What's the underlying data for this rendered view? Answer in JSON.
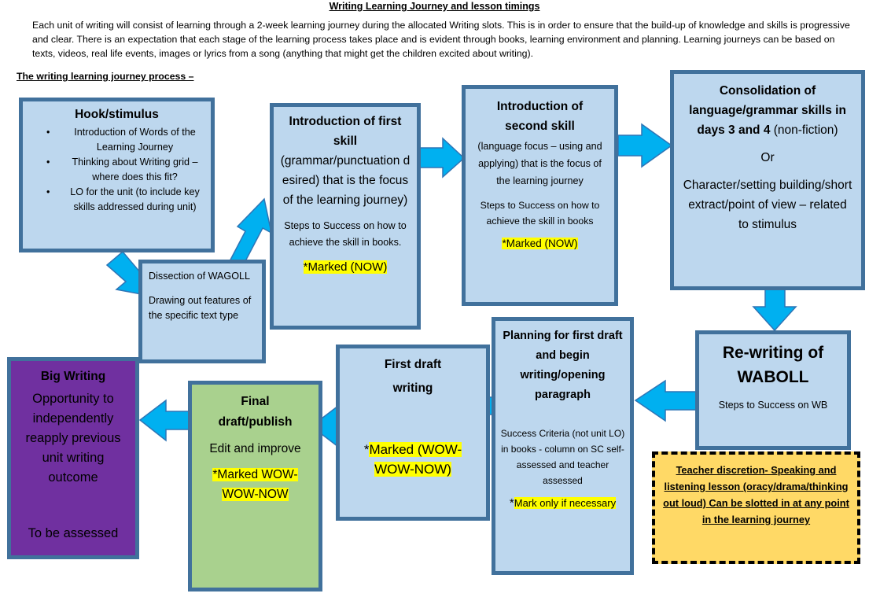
{
  "title": "Writing Learning Journey and lesson timings",
  "intro": "Each unit of writing will consist of learning through a 2-week learning journey during the allocated Writing slots. This is in order to ensure that the build-up of knowledge and skills is progressive and clear. There is an expectation that each stage of the learning process takes place and is evident through books, learning environment and planning. Learning journeys can be based on texts, videos, real life events, images or lyrics from a song (anything that might get the children excited about writing).",
  "process_heading": "The writing learning journey process –",
  "hook": {
    "title": "Hook/stimulus",
    "items": [
      "Introduction of Words of the Learning Journey",
      "Thinking about Writing grid – where does this fit?",
      "LO for the unit (to include key skills addressed during unit)"
    ]
  },
  "wagoll": {
    "line1": "Dissection of WAGOLL",
    "line2": "Drawing out features of the specific text type"
  },
  "first_skill": {
    "title": "Introduction of first skill",
    "body": "(grammar/punctuation desired) that is the focus of the learning journey)",
    "steps": "Steps to Success on how to achieve the skill in books.",
    "marked": "*Marked (NOW)"
  },
  "second_skill": {
    "title": "Introduction of second skill",
    "body": "(language focus – using and applying) that is the focus of the learning journey",
    "steps": "Steps to Success on how to achieve the skill in books",
    "marked": "*Marked (NOW)"
  },
  "consolidation": {
    "title": "Consolidation of language/grammar skills in days 3 and 4",
    "title_suffix": "(non-fiction)",
    "or": "Or",
    "body": "Character/setting building/short extract/point of view – related to stimulus"
  },
  "rewriting": {
    "title": "Re-writing of WABOLL",
    "body": "Steps to Success on WB"
  },
  "teacher": {
    "text": "Teacher discretion- Speaking and listening lesson (oracy/drama/thinking out loud) Can be slotted in at any point in the learning journey"
  },
  "planning": {
    "title": "Planning for first draft and begin writing/opening paragraph",
    "body": "Success Criteria (not unit LO) in books - column on SC self-assessed and teacher assessed",
    "star": "*",
    "marked": "Mark only if necessary"
  },
  "first_draft": {
    "title": "First draft writing",
    "star": "*",
    "marked": "Marked (WOW-WOW-NOW)"
  },
  "final": {
    "title": "Final draft/publish",
    "body": "Edit and improve",
    "marked": "*Marked WOW-WOW-NOW"
  },
  "big": {
    "title": "Big Writing",
    "body": "Opportunity to independently reapply previous unit writing outcome",
    "assessed": "To be assessed"
  },
  "colors": {
    "box_fill": "#bdd7ee",
    "box_border": "#41719c",
    "arrow": "#00b0f0",
    "final_fill": "#a9d18e",
    "big_fill": "#7030a0",
    "teacher_fill": "#ffd966",
    "highlight": "#ffff00"
  }
}
